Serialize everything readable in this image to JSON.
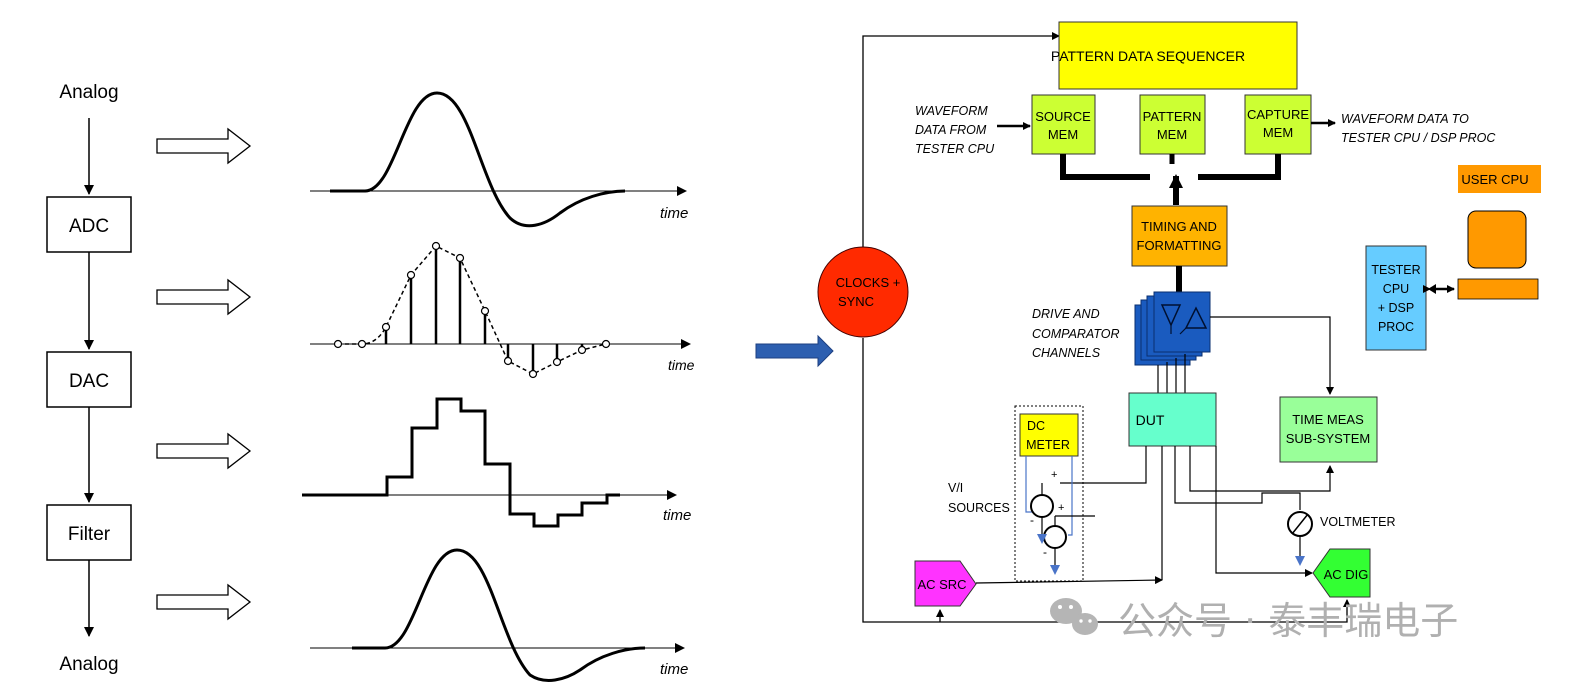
{
  "left_chain": {
    "analog_top": "Analog",
    "adc": "ADC",
    "dac": "DAC",
    "filter": "Filter",
    "analog_bottom": "Analog"
  },
  "axis_label": "time",
  "tester": {
    "pattern_data_sequencer": "PATTERN DATA SEQUENCER",
    "source_mem": [
      "SOURCE",
      "MEM"
    ],
    "pattern_mem": [
      "PATTERN",
      "MEM"
    ],
    "capture_mem": [
      "CAPTURE",
      "MEM"
    ],
    "waveform_in": [
      "WAVEFORM",
      "DATA FROM",
      "TESTER CPU"
    ],
    "waveform_out": [
      "WAVEFORM DATA TO",
      "TESTER CPU / DSP PROC"
    ],
    "timing": [
      "TIMING AND",
      "FORMATTING"
    ],
    "clocks": [
      "CLOCKS +",
      "SYNC"
    ],
    "drive": [
      "DRIVE AND",
      "COMPARATOR",
      "CHANNELS"
    ],
    "dut": "DUT",
    "time_meas": [
      "TIME MEAS",
      "SUB-SYSTEM"
    ],
    "dc_meter": [
      "DC",
      "METER"
    ],
    "vi_sources": [
      "V/I",
      "SOURCES"
    ],
    "voltmeter": "VOLTMETER",
    "ac_src": "AC SRC",
    "ac_dig": "AC DIG",
    "user_cpu": "USER CPU",
    "tester_cpu": [
      "TESTER",
      "CPU",
      "+ DSP",
      "PROC"
    ]
  },
  "watermark": "公众号 · 泰丰瑞电子",
  "colors": {
    "yellow": "#ffff00",
    "lime": "#ccff33",
    "orange": "#ffb300",
    "red": "#ff2a00",
    "blue": "#1a5bbf",
    "aqua": "#66ffcc",
    "green_light": "#99ff99",
    "magenta": "#ff33ff",
    "green": "#33ff33",
    "cpu_orange": "#ff9900",
    "sky": "#66ccff",
    "arrow_blue": "#2d5fb0"
  }
}
